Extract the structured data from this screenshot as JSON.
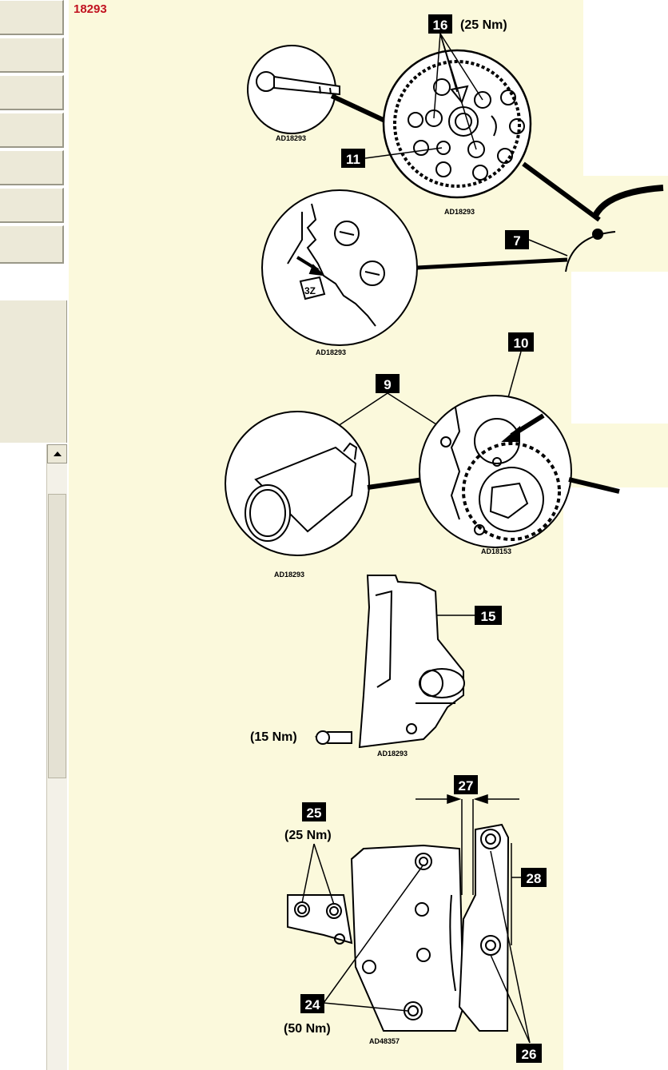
{
  "document": {
    "id": "18293"
  },
  "callouts": {
    "c16": "16",
    "c11": "11",
    "c7": "7",
    "c10": "10",
    "c9": "9",
    "c15": "15",
    "c27": "27",
    "c25": "25",
    "c28": "28",
    "c24": "24",
    "c26": "26"
  },
  "torques": {
    "t16": "(25 Nm)",
    "t15": "(15 Nm)",
    "t25": "(25 Nm)",
    "t24": "(50 Nm)"
  },
  "ref_codes": {
    "r1": "AD18293",
    "r2": "AD18293",
    "r3": "AD18293",
    "r4": "AD18293",
    "r5": "AD18153",
    "r6": "AD18293",
    "r7": "AD48357"
  },
  "mark_label": "3Z"
}
